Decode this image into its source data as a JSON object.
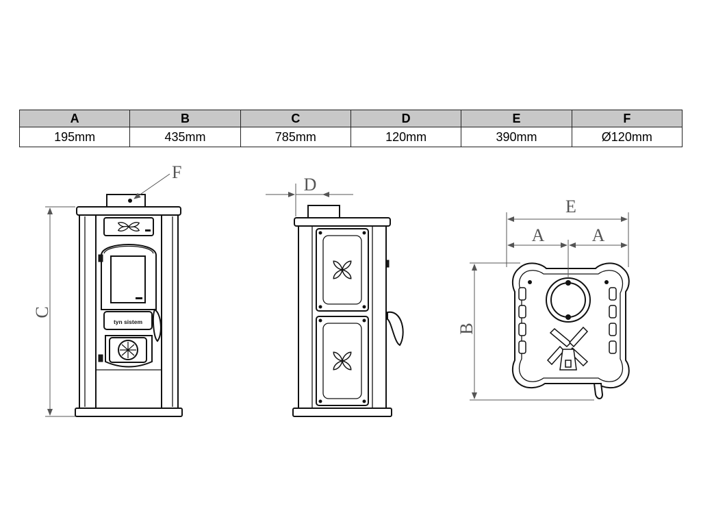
{
  "table": {
    "headers": [
      "A",
      "B",
      "C",
      "D",
      "E",
      "F"
    ],
    "values": [
      "195mm",
      "435mm",
      "785mm",
      "120mm",
      "390mm",
      "Ø120mm"
    ]
  },
  "labels": {
    "front_f": "F",
    "front_c": "C",
    "side_d": "D",
    "top_e": "E",
    "top_a_left": "A",
    "top_a_right": "A",
    "top_b": "B",
    "brand": "tyn sistem"
  }
}
